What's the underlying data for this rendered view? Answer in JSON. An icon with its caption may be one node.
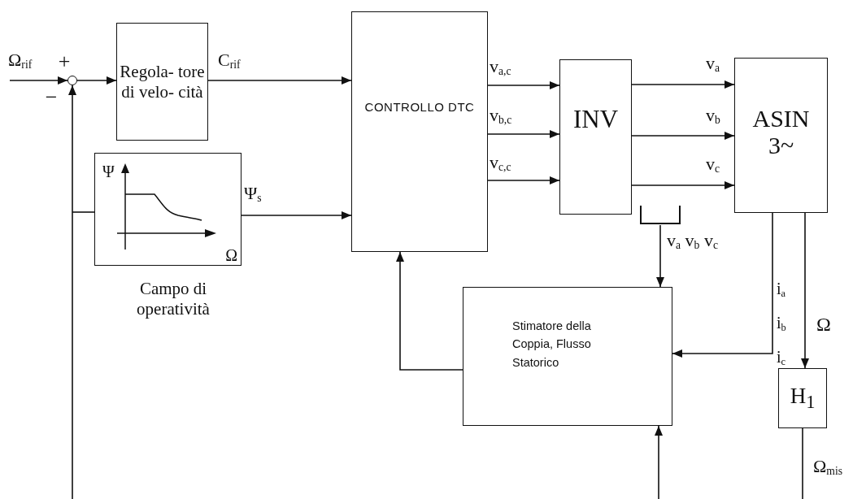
{
  "diagram": {
    "nodes": [
      {
        "text": [],
        "shape": "circle",
        "beside": [
          "+",
          "−"
        ]
      },
      {
        "text": [
          "Regola- tore di velo- cità"
        ]
      },
      {
        "text": [
          "Ψ",
          "Ω"
        ],
        "beside": [
          "Campo di operatività"
        ]
      },
      {
        "text": [
          "CONTROLLO DTC"
        ]
      },
      {
        "text": [
          "INV"
        ]
      },
      {
        "text": [
          "ASIN 3~"
        ]
      },
      {
        "text": [
          "Stimatore della Coppia, Flusso Statorico"
        ]
      },
      {
        "text": [
          "H$_{1}$"
        ]
      },
      {
        "text": [],
        "shape": "bar"
      }
    ],
    "edges": [
      {
        "from": null,
        "to": 0,
        "arrow": "to",
        "label": "Ω$_{rif}$"
      },
      {
        "from": 0,
        "to": 1,
        "arrow": "to"
      },
      {
        "from": 1,
        "to": 3,
        "arrow": "to",
        "label": "C$_{rif}$"
      },
      {
        "from": 2,
        "to": 3,
        "arrow": "to",
        "label": "Ψ$_{s}$"
      },
      {
        "from": null,
        "to": 0,
        "arrow": "to"
      },
      {
        "from": null,
        "to": 2,
        "arrow": "none"
      },
      {
        "from": 3,
        "to": 4,
        "arrow": "to",
        "label": "v$_{a,c}$"
      },
      {
        "from": 3,
        "to": 4,
        "arrow": "to",
        "label": "v$_{b,c}$"
      },
      {
        "from": 3,
        "to": 4,
        "arrow": "to",
        "label": "v$_{c,c}$"
      },
      {
        "from": 4,
        "to": 5,
        "arrow": "to",
        "label": "v$_{a}$"
      },
      {
        "from": 4,
        "to": 5,
        "arrow": "to",
        "label": "v$_{b}$"
      },
      {
        "from": 4,
        "to": 5,
        "arrow": "to",
        "label": "v$_{c}$"
      },
      {
        "from": 8,
        "to": 6,
        "arrow": "to",
        "label": "v$_{a}$ v$_{b}$ v$_{c}$"
      },
      {
        "from": 5,
        "to": 6,
        "arrow": "to",
        "label": "i$_{a}$ i$_{b}$ i$_{c}$"
      },
      {
        "from": 5,
        "to": 7,
        "arrow": "to",
        "label": "Ω"
      },
      {
        "from": 7,
        "to": null,
        "arrow": "none",
        "label": "Ω$_{mis}$"
      },
      {
        "from": 6,
        "to": 3,
        "arrow": "to"
      },
      {
        "from": null,
        "to": 6,
        "arrow": "to"
      }
    ]
  }
}
